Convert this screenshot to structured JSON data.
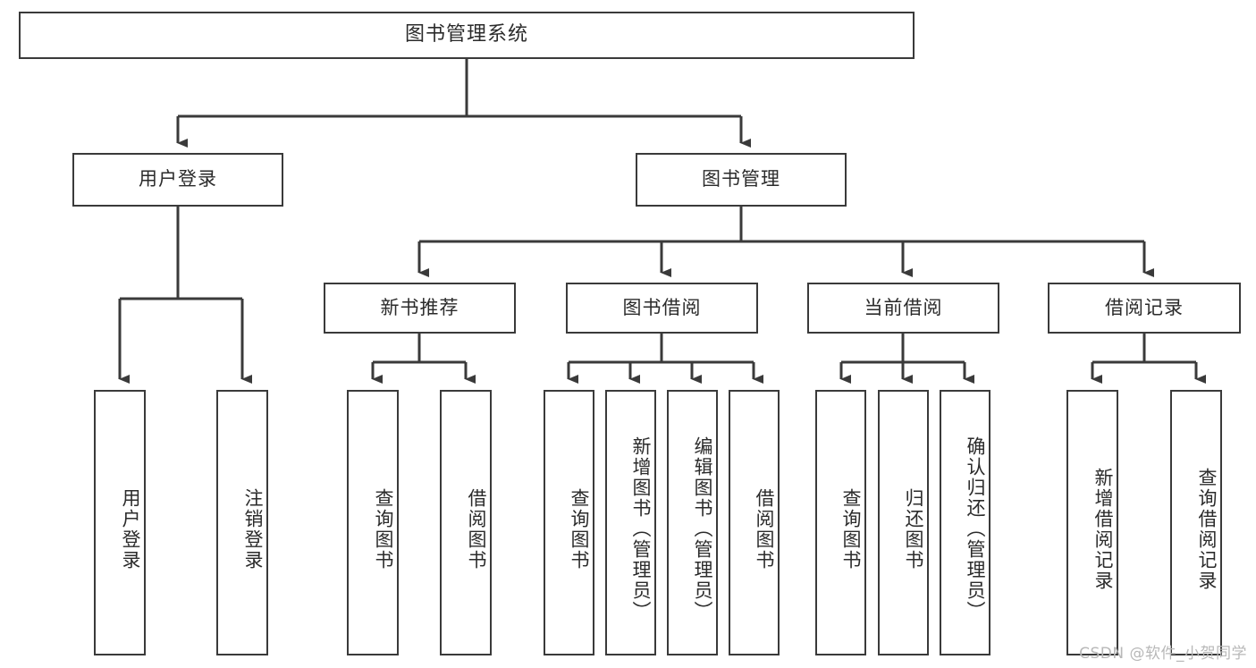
{
  "diagram": {
    "type": "tree-hierarchy",
    "root": {
      "id": "root",
      "label": "图书管理系统"
    },
    "level2": [
      {
        "id": "user-login",
        "label": "用户登录"
      },
      {
        "id": "book-management",
        "label": "图书管理"
      }
    ],
    "level3": [
      {
        "id": "new-book-recommend",
        "label": "新书推荐",
        "parent": "book-management"
      },
      {
        "id": "book-borrow",
        "label": "图书借阅",
        "parent": "book-management"
      },
      {
        "id": "current-borrow",
        "label": "当前借阅",
        "parent": "book-management"
      },
      {
        "id": "borrow-record",
        "label": "借阅记录",
        "parent": "book-management"
      }
    ],
    "leaves": [
      {
        "id": "leaf-user-login",
        "label": "用户登录",
        "parent": "user-login"
      },
      {
        "id": "leaf-logout-login",
        "label": "注销登录",
        "parent": "user-login"
      },
      {
        "id": "leaf-query-book-1",
        "label": "查询图书",
        "parent": "new-book-recommend"
      },
      {
        "id": "leaf-borrow-book-1",
        "label": "借阅图书",
        "parent": "new-book-recommend"
      },
      {
        "id": "leaf-query-book-2",
        "label": "查询图书",
        "parent": "book-borrow"
      },
      {
        "id": "leaf-add-book-admin",
        "label": "新增图书（管理员）",
        "parent": "book-borrow"
      },
      {
        "id": "leaf-edit-book-admin",
        "label": "编辑图书（管理员）",
        "parent": "book-borrow"
      },
      {
        "id": "leaf-borrow-book-2",
        "label": "借阅图书",
        "parent": "book-borrow"
      },
      {
        "id": "leaf-query-book-3",
        "label": "查询图书",
        "parent": "current-borrow"
      },
      {
        "id": "leaf-return-book",
        "label": "归还图书",
        "parent": "current-borrow"
      },
      {
        "id": "leaf-confirm-return-admin",
        "label": "确认归还（管理员）",
        "parent": "current-borrow"
      },
      {
        "id": "leaf-add-borrow-record",
        "label": "新增借阅记录",
        "parent": "borrow-record"
      },
      {
        "id": "leaf-query-borrow-record",
        "label": "查询借阅记录",
        "parent": "borrow-record"
      }
    ]
  },
  "watermark": {
    "text": "CSDN @软件_小贺同学"
  },
  "colors": {
    "stroke": "#3a3a3a",
    "background": "#ffffff",
    "text": "#2b2b2b",
    "watermark": "#b8b8b8"
  }
}
